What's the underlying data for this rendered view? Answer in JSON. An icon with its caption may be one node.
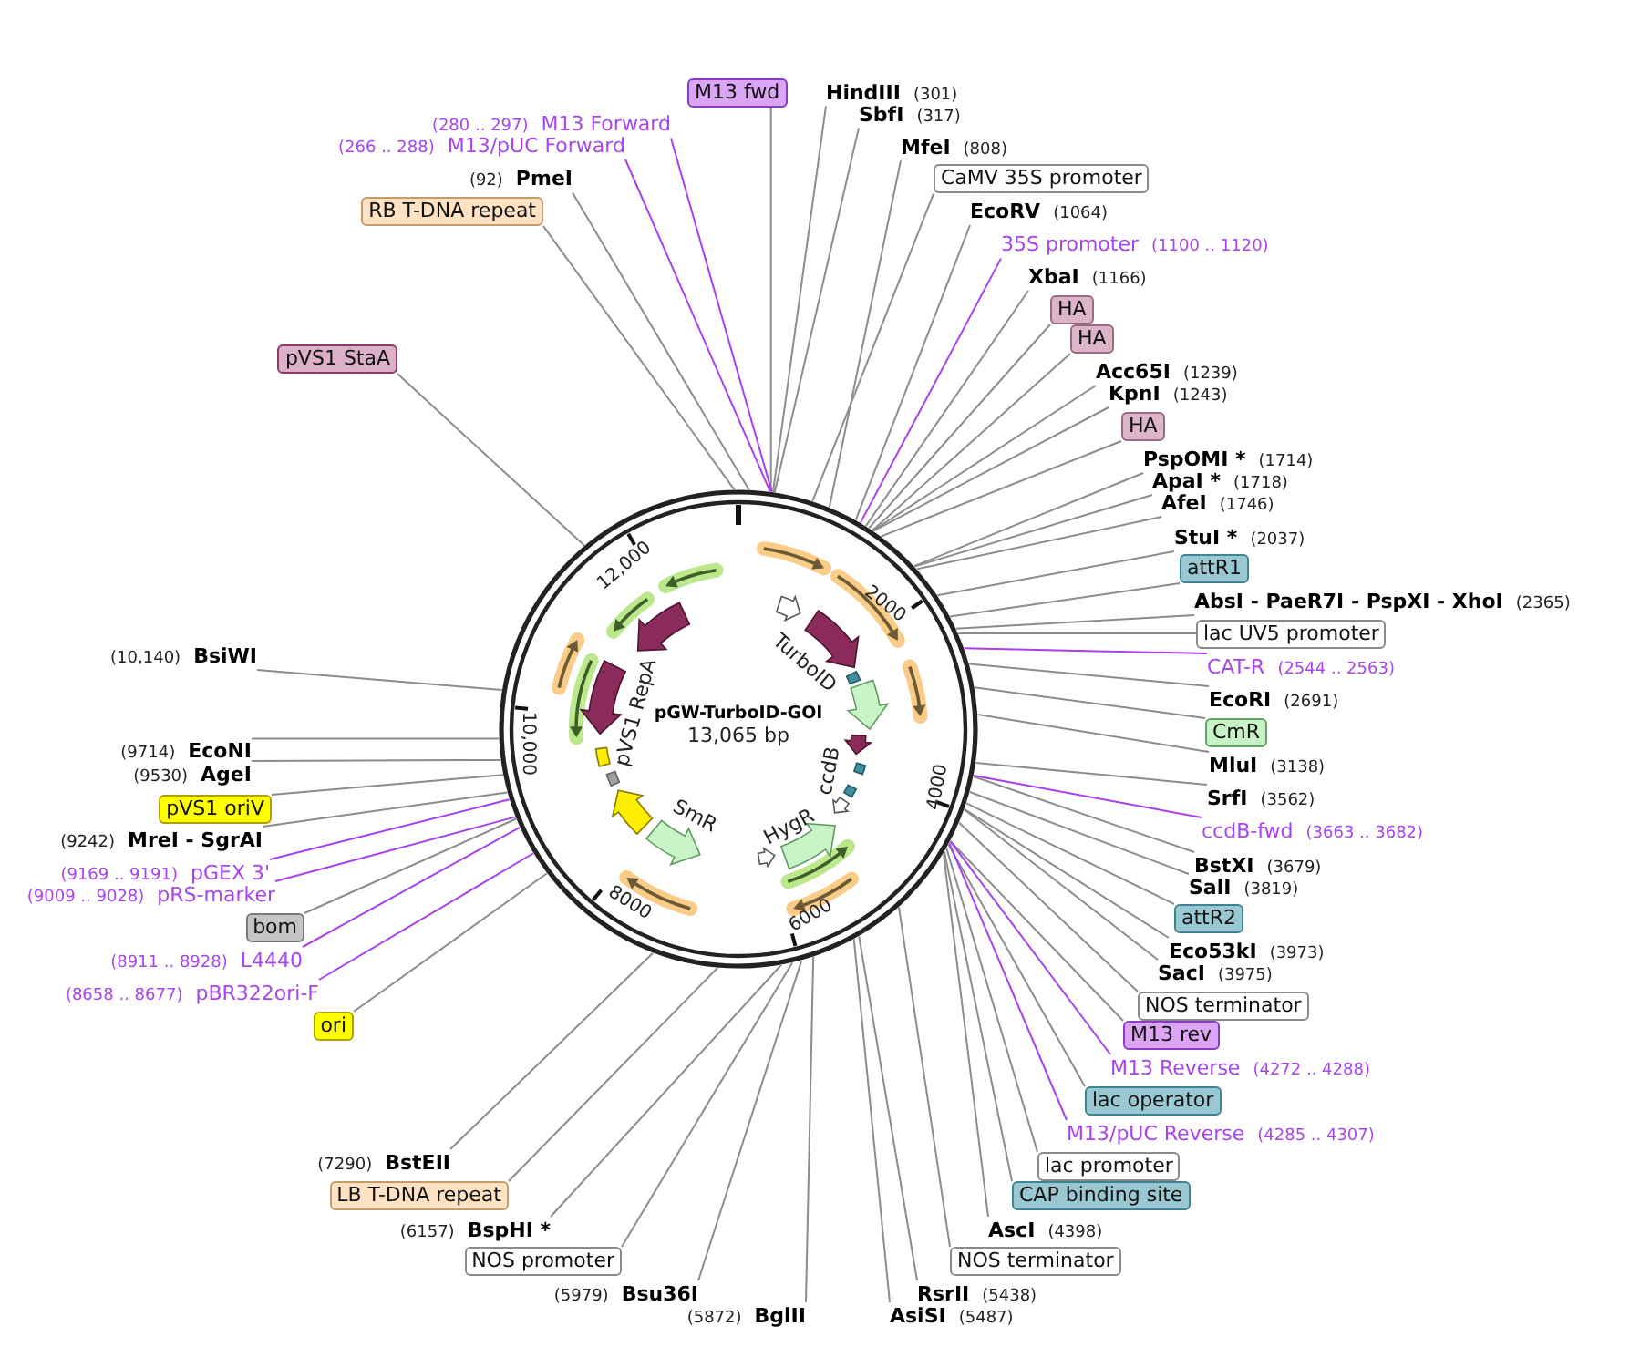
{
  "diagram": {
    "nodes": [
      {
        "text": [
          "M13 fwd"
        ]
      },
      {
        "text": [
          "HindIII",
          "(301)"
        ]
      },
      {
        "text": [
          "SbfI",
          "(317)"
        ]
      },
      {
        "text": [
          "(280 .. 297)",
          "M13 Forward"
        ]
      },
      {
        "text": [
          "(266 .. 288)",
          "M13/pUC Forward"
        ]
      },
      {
        "text": [
          "MfeI",
          "(808)"
        ]
      },
      {
        "text": [
          "(92)",
          "PmeI"
        ]
      },
      {
        "text": [
          "CaMV 35S promoter"
        ]
      },
      {
        "text": [
          "RB T-DNA repeat"
        ]
      },
      {
        "text": [
          "EcoRV",
          "(1064)"
        ]
      },
      {
        "text": [
          "35S promoter",
          "(1100 .. 1120)"
        ]
      },
      {
        "text": [
          "XbaI",
          "(1166)"
        ]
      },
      {
        "text": [
          "HA"
        ]
      },
      {
        "text": [
          "HA"
        ]
      },
      {
        "text": [
          "pVS1 StaA"
        ]
      },
      {
        "text": [
          "Acc65I",
          "(1239)"
        ]
      },
      {
        "text": [
          "KpnI",
          "(1243)"
        ]
      },
      {
        "text": [
          "HA"
        ]
      },
      {
        "text": [
          "PspOMI *",
          "(1714)"
        ]
      },
      {
        "text": [
          "ApaI *",
          "(1718)"
        ]
      },
      {
        "text": [
          "AfeI",
          "(1746)"
        ]
      },
      {
        "text": [
          "StuI *",
          "(2037)"
        ]
      },
      {
        "text": [
          "attR1"
        ]
      },
      {
        "text": [
          "AbsI - PaeR7I - PspXI - XhoI",
          "(2365)"
        ]
      },
      {
        "text": [
          "lac UV5 promoter"
        ]
      },
      {
        "text": [
          "CAT-R",
          "(2544 .. 2563)"
        ]
      },
      {
        "text": [
          "EcoRI",
          "(2691)"
        ]
      },
      {
        "text": [
          "CmR"
        ]
      },
      {
        "text": [
          "MluI",
          "(3138)"
        ]
      },
      {
        "text": [
          "SrfI",
          "(3562)"
        ]
      },
      {
        "text": [
          "ccdB-fwd",
          "(3663 .. 3682)"
        ]
      },
      {
        "text": [
          "BstXI",
          "(3679)"
        ]
      },
      {
        "text": [
          "SalI",
          "(3819)"
        ]
      },
      {
        "text": [
          "attR2"
        ]
      },
      {
        "text": [
          "Eco53kI",
          "(3973)"
        ]
      },
      {
        "text": [
          "SacI",
          "(3975)"
        ]
      },
      {
        "text": [
          "NOS terminator"
        ]
      },
      {
        "text": [
          "M13 rev"
        ]
      },
      {
        "text": [
          "M13 Reverse",
          "(4272 .. 4288)"
        ]
      },
      {
        "text": [
          "lac operator"
        ]
      },
      {
        "text": [
          "M13/pUC Reverse",
          "(4285 .. 4307)"
        ]
      },
      {
        "text": [
          "lac promoter"
        ]
      },
      {
        "text": [
          "CAP binding site"
        ]
      },
      {
        "text": [
          "AscI",
          "(4398)"
        ]
      },
      {
        "text": [
          "NOS terminator"
        ]
      },
      {
        "text": [
          "RsrII",
          "(5438)"
        ]
      },
      {
        "text": [
          "AsiSI",
          "(5487)"
        ]
      },
      {
        "text": [
          "(5872)",
          "BglII"
        ]
      },
      {
        "text": [
          "(5979)",
          "Bsu36I"
        ]
      },
      {
        "text": [
          "NOS promoter"
        ]
      },
      {
        "text": [
          "(6157)",
          "BspHI *"
        ]
      },
      {
        "text": [
          "LB T-DNA repeat"
        ]
      },
      {
        "text": [
          "(7290)",
          "BstEII"
        ]
      },
      {
        "text": [
          "(10,140)",
          "BsiWI"
        ]
      },
      {
        "text": [
          "(9714)",
          "EcoNI"
        ]
      },
      {
        "text": [
          "(9530)",
          "AgeI"
        ]
      },
      {
        "text": [
          "pVS1 oriV"
        ]
      },
      {
        "text": [
          "(9242)",
          "MreI - SgrAI"
        ]
      },
      {
        "text": [
          "(9169 .. 9191)",
          "pGEX 3'"
        ]
      },
      {
        "text": [
          "(9009 .. 9028)",
          "pRS-marker"
        ]
      },
      {
        "text": [
          "bom"
        ]
      },
      {
        "text": [
          "(8911 .. 8928)",
          "L4440"
        ]
      },
      {
        "text": [
          "(8658 .. 8677)",
          "pBR322ori-F"
        ]
      },
      {
        "text": [
          "ori"
        ]
      },
      {
        "text": [],
        "shape": "circle"
      }
    ],
    "edges": [
      {
        "from": 0,
        "to": 64,
        "arrow": "none"
      },
      {
        "from": 1,
        "to": 64,
        "arrow": "none"
      },
      {
        "from": 2,
        "to": 64,
        "arrow": "none"
      },
      {
        "from": 3,
        "to": 64,
        "arrow": "none",
        "color": "#a640f0"
      },
      {
        "from": 4,
        "to": 64,
        "arrow": "none",
        "color": "#a640f0"
      },
      {
        "from": 5,
        "to": 64,
        "arrow": "none"
      },
      {
        "from": 6,
        "to": 64,
        "arrow": "none"
      },
      {
        "from": 7,
        "to": 64,
        "arrow": "none"
      },
      {
        "from": 8,
        "to": 64,
        "arrow": "none"
      },
      {
        "from": 9,
        "to": 64,
        "arrow": "none"
      },
      {
        "from": 10,
        "to": 64,
        "arrow": "none",
        "color": "#a640f0"
      },
      {
        "from": 11,
        "to": 64,
        "arrow": "none"
      },
      {
        "from": 12,
        "to": 64,
        "arrow": "none"
      },
      {
        "from": 13,
        "to": 64,
        "arrow": "none"
      },
      {
        "from": 14,
        "to": 64,
        "arrow": "none"
      },
      {
        "from": 15,
        "to": 64,
        "arrow": "none"
      },
      {
        "from": 16,
        "to": 64,
        "arrow": "none"
      },
      {
        "from": 17,
        "to": 64,
        "arrow": "none"
      },
      {
        "from": 18,
        "to": 64,
        "arrow": "none"
      },
      {
        "from": 19,
        "to": 64,
        "arrow": "none"
      },
      {
        "from": 20,
        "to": 64,
        "arrow": "none"
      },
      {
        "from": 21,
        "to": 64,
        "arrow": "none"
      },
      {
        "from": 22,
        "to": 64,
        "arrow": "none"
      },
      {
        "from": 23,
        "to": 64,
        "arrow": "none"
      },
      {
        "from": 24,
        "to": 64,
        "arrow": "none"
      },
      {
        "from": 25,
        "to": 64,
        "arrow": "none",
        "color": "#a640f0"
      },
      {
        "from": 26,
        "to": 64,
        "arrow": "none"
      },
      {
        "from": 27,
        "to": 64,
        "arrow": "none"
      },
      {
        "from": 28,
        "to": 64,
        "arrow": "none"
      },
      {
        "from": 29,
        "to": 64,
        "arrow": "none"
      },
      {
        "from": 30,
        "to": 64,
        "arrow": "none",
        "color": "#a640f0"
      },
      {
        "from": 31,
        "to": 64,
        "arrow": "none"
      },
      {
        "from": 32,
        "to": 64,
        "arrow": "none"
      },
      {
        "from": 33,
        "to": 64,
        "arrow": "none"
      },
      {
        "from": 34,
        "to": 64,
        "arrow": "none"
      },
      {
        "from": 35,
        "to": 64,
        "arrow": "none"
      },
      {
        "from": 36,
        "to": 64,
        "arrow": "none"
      },
      {
        "from": 37,
        "to": 64,
        "arrow": "none"
      },
      {
        "from": 38,
        "to": 64,
        "arrow": "none",
        "color": "#a640f0"
      },
      {
        "from": 39,
        "to": 64,
        "arrow": "none"
      },
      {
        "from": 40,
        "to": 64,
        "arrow": "none",
        "color": "#a640f0"
      },
      {
        "from": 41,
        "to": 64,
        "arrow": "none"
      },
      {
        "from": 42,
        "to": 64,
        "arrow": "none"
      },
      {
        "from": 43,
        "to": 64,
        "arrow": "none"
      },
      {
        "from": 44,
        "to": 64,
        "arrow": "none"
      },
      {
        "from": 45,
        "to": 64,
        "arrow": "none"
      },
      {
        "from": 46,
        "to": 64,
        "arrow": "none"
      },
      {
        "from": 47,
        "to": 64,
        "arrow": "none"
      },
      {
        "from": 48,
        "to": 64,
        "arrow": "none"
      },
      {
        "from": 49,
        "to": 64,
        "arrow": "none"
      },
      {
        "from": 50,
        "to": 64,
        "arrow": "none"
      },
      {
        "from": 51,
        "to": 64,
        "arrow": "none"
      },
      {
        "from": 52,
        "to": 64,
        "arrow": "none"
      },
      {
        "from": 53,
        "to": 64,
        "arrow": "none"
      },
      {
        "from": 54,
        "to": 64,
        "arrow": "none"
      },
      {
        "from": 55,
        "to": 64,
        "arrow": "none"
      },
      {
        "from": 56,
        "to": 64,
        "arrow": "none"
      },
      {
        "from": 57,
        "to": 64,
        "arrow": "none"
      },
      {
        "from": 58,
        "to": 64,
        "arrow": "none",
        "color": "#a640f0"
      },
      {
        "from": 59,
        "to": 64,
        "arrow": "none",
        "color": "#a640f0"
      },
      {
        "from": 60,
        "to": 64,
        "arrow": "none"
      },
      {
        "from": 61,
        "to": 64,
        "arrow": "none",
        "color": "#a640f0"
      },
      {
        "from": 62,
        "to": 64,
        "arrow": "none",
        "color": "#a640f0"
      },
      {
        "from": 63,
        "to": 64,
        "arrow": "none"
      }
    ],
    "labels": [
      "12,000",
      "2000",
      "TurboID",
      "pVS1 RepA",
      "pGW-TurboID-GOI",
      "13,065 bp",
      "10,000",
      "ccdB",
      "4000",
      "SmR",
      "HygR",
      "8000",
      "6000"
    ]
  }
}
